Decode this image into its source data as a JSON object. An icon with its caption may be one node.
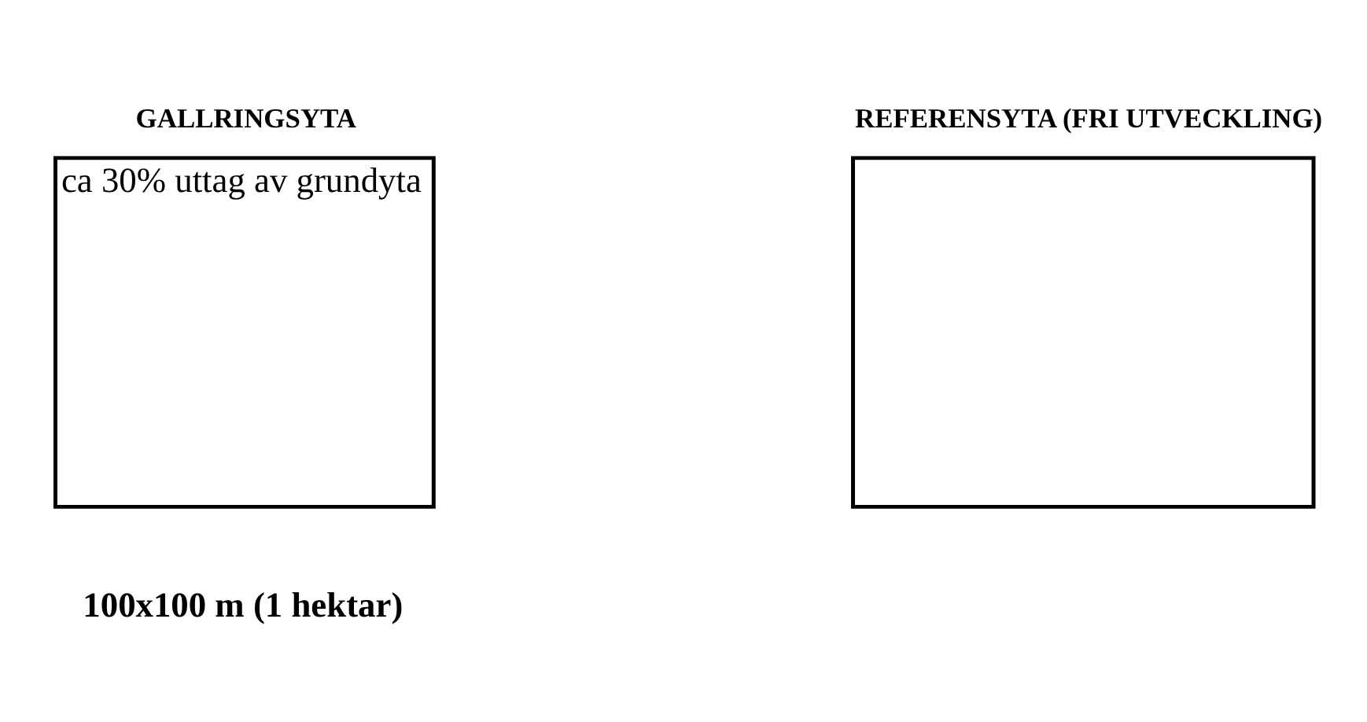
{
  "diagram": {
    "nodes": [
      {
        "text": [
          "GALLRINGSYTA",
          "ca 30% uttag av grundyta"
        ]
      },
      {
        "text": [
          "REFERENSYTA (FRI UTVECKLING)"
        ]
      }
    ],
    "edges": [],
    "labels": [
      "100x100 m (1 hektar)"
    ]
  }
}
